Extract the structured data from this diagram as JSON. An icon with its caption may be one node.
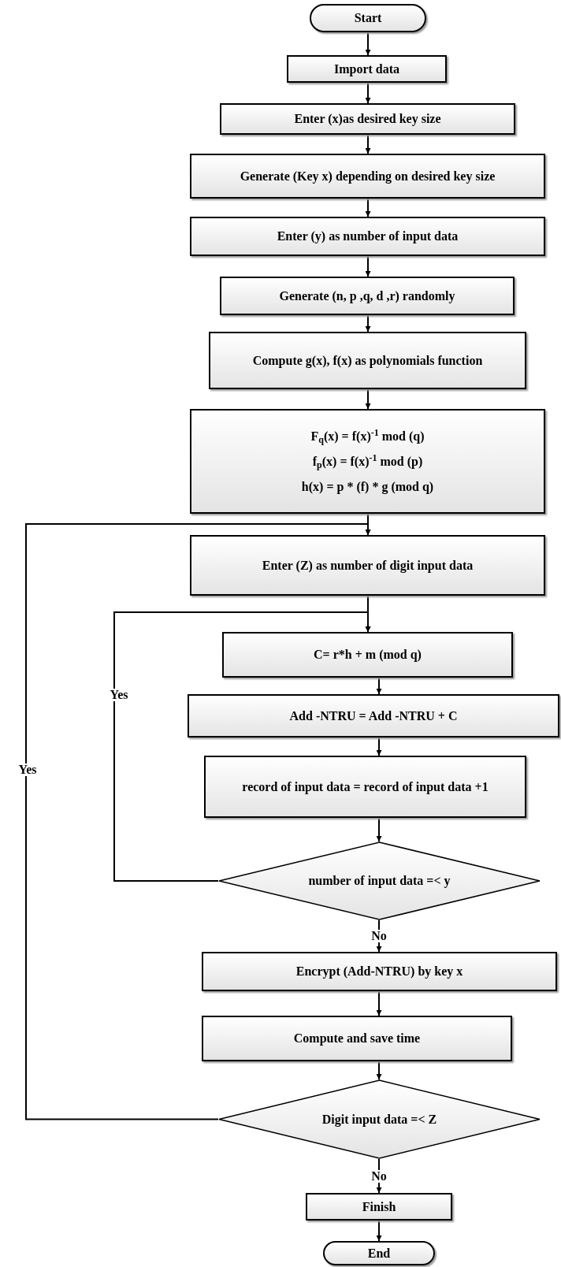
{
  "diagram": {
    "nodes": [
      {
        "text": [
          "Start"
        ]
      },
      {
        "text": [
          "Import data"
        ]
      },
      {
        "text": [
          "Enter (x)as desired key size"
        ]
      },
      {
        "text": [
          "Generate (Key x) depending on desired key size"
        ]
      },
      {
        "text": [
          "Enter (y) as number of input data"
        ]
      },
      {
        "text": [
          "Generate (n, p ,q, d ,r) randomly"
        ]
      },
      {
        "text": [
          "Compute g(x), f(x) as polynomials function"
        ]
      },
      {
        "text": [
          "F$_{q}$(x) = f(x)$^{-1}$ mod (q)",
          "f$_{p}$(x) = f(x)$^{-1}$ mod (p)",
          "h(x) = p * (f) * g (mod q)"
        ]
      },
      {
        "text": [
          "Enter (Z) as number of digit input data"
        ]
      },
      {
        "text": [
          "C= r*h + m (mod q)"
        ]
      },
      {
        "text": [
          "Add -NTRU = Add -NTRU + C"
        ]
      },
      {
        "text": [
          "record of input data = record of input data +1"
        ]
      },
      {
        "text": [
          "number of input data =< y"
        ]
      },
      {
        "text": [
          "Encrypt (Add-NTRU) by key x"
        ]
      },
      {
        "text": [
          "Compute and save time"
        ]
      },
      {
        "text": [
          "Digit input data  =< Z"
        ]
      },
      {
        "text": [
          "Finish"
        ]
      },
      {
        "text": [
          "End"
        ]
      }
    ],
    "edges": [
      {
        "from": 0,
        "to": 1,
        "arrow": "to"
      },
      {
        "from": 1,
        "to": 2,
        "arrow": "to"
      },
      {
        "from": 2,
        "to": 3,
        "arrow": "to"
      },
      {
        "from": 3,
        "to": 4,
        "arrow": "to"
      },
      {
        "from": 4,
        "to": 5,
        "arrow": "to"
      },
      {
        "from": 5,
        "to": 6,
        "arrow": "to"
      },
      {
        "from": 6,
        "to": 7,
        "arrow": "to"
      },
      {
        "from": 7,
        "to": 8,
        "arrow": "to"
      },
      {
        "from": 8,
        "to": 9,
        "arrow": "to"
      },
      {
        "from": 9,
        "to": 10,
        "arrow": "to"
      },
      {
        "from": 10,
        "to": 11,
        "arrow": "to"
      },
      {
        "from": 11,
        "to": 12,
        "arrow": "to"
      },
      {
        "from": 12,
        "to": 9,
        "arrow": "to",
        "label": "Yes"
      },
      {
        "from": 12,
        "to": 13,
        "arrow": "to",
        "label": "No"
      },
      {
        "from": 13,
        "to": 14,
        "arrow": "to"
      },
      {
        "from": 14,
        "to": 15,
        "arrow": "to"
      },
      {
        "from": 15,
        "to": 8,
        "arrow": "to",
        "label": "Yes"
      },
      {
        "from": 15,
        "to": 16,
        "arrow": "to",
        "label": "No"
      },
      {
        "from": 16,
        "to": 17,
        "arrow": "to"
      }
    ]
  }
}
